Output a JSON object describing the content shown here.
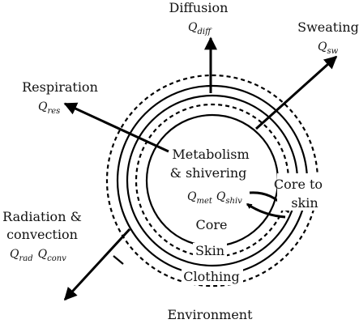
{
  "diagram": {
    "layers": {
      "core": "Core",
      "skin": "Skin",
      "clothing": "Clothing",
      "environment": "Environment"
    },
    "metabolism": {
      "line1": "Metabolism",
      "line2": "& shivering",
      "q1_base": "Q",
      "q1_sub": "met",
      "q2_base": "Q",
      "q2_sub": "shiv"
    },
    "core_to_skin": {
      "line1": "Core to",
      "line2": "skin"
    },
    "flows": {
      "diffusion": {
        "label": "Diffusion",
        "q_base": "Q",
        "q_sub": "diff"
      },
      "sweating": {
        "label": "Sweating",
        "q_base": "Q",
        "q_sub": "sw"
      },
      "respiration": {
        "label": "Respiration",
        "q_base": "Q",
        "q_sub": "res"
      },
      "radiation": {
        "line1": "Radiation &",
        "line2": "convection",
        "q1_base": "Q",
        "q1_sub": "rad",
        "q2_base": "Q",
        "q2_sub": "conv"
      }
    }
  }
}
